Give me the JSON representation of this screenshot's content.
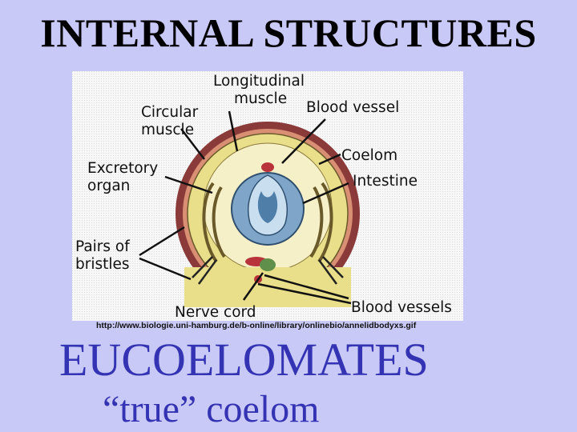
{
  "slide": {
    "title": "INTERNAL STRUCTURES",
    "source_url": "http://www.biologie.uni-hamburg.de/b-online/library/onlinebio/annelidbodyxs.gif",
    "heading": "EUCOELOMATES",
    "subheading": "“true” coelom"
  },
  "diagram": {
    "labels": {
      "longitudinal_muscle": [
        "Longitudinal",
        "muscle"
      ],
      "circular_muscle": [
        "Circular",
        "muscle"
      ],
      "blood_vessel": "Blood vessel",
      "coelom": "Coelom",
      "excretory_organ": [
        "Excretory",
        "organ"
      ],
      "intestine": "Intestine",
      "bristles": [
        "Pairs of",
        "bristles"
      ],
      "nerve_cord": "Nerve cord",
      "blood_vessels": "Blood vessels"
    },
    "colors": {
      "panel": "#f3f3f3",
      "outer_ring": "#8b3a3a",
      "body": "#e9de8a",
      "intestine_outer": "#7fa6c9",
      "intestine_inner": "#c9dff0",
      "blood": "#b8343a",
      "nerve": "#5f8f4a"
    }
  }
}
